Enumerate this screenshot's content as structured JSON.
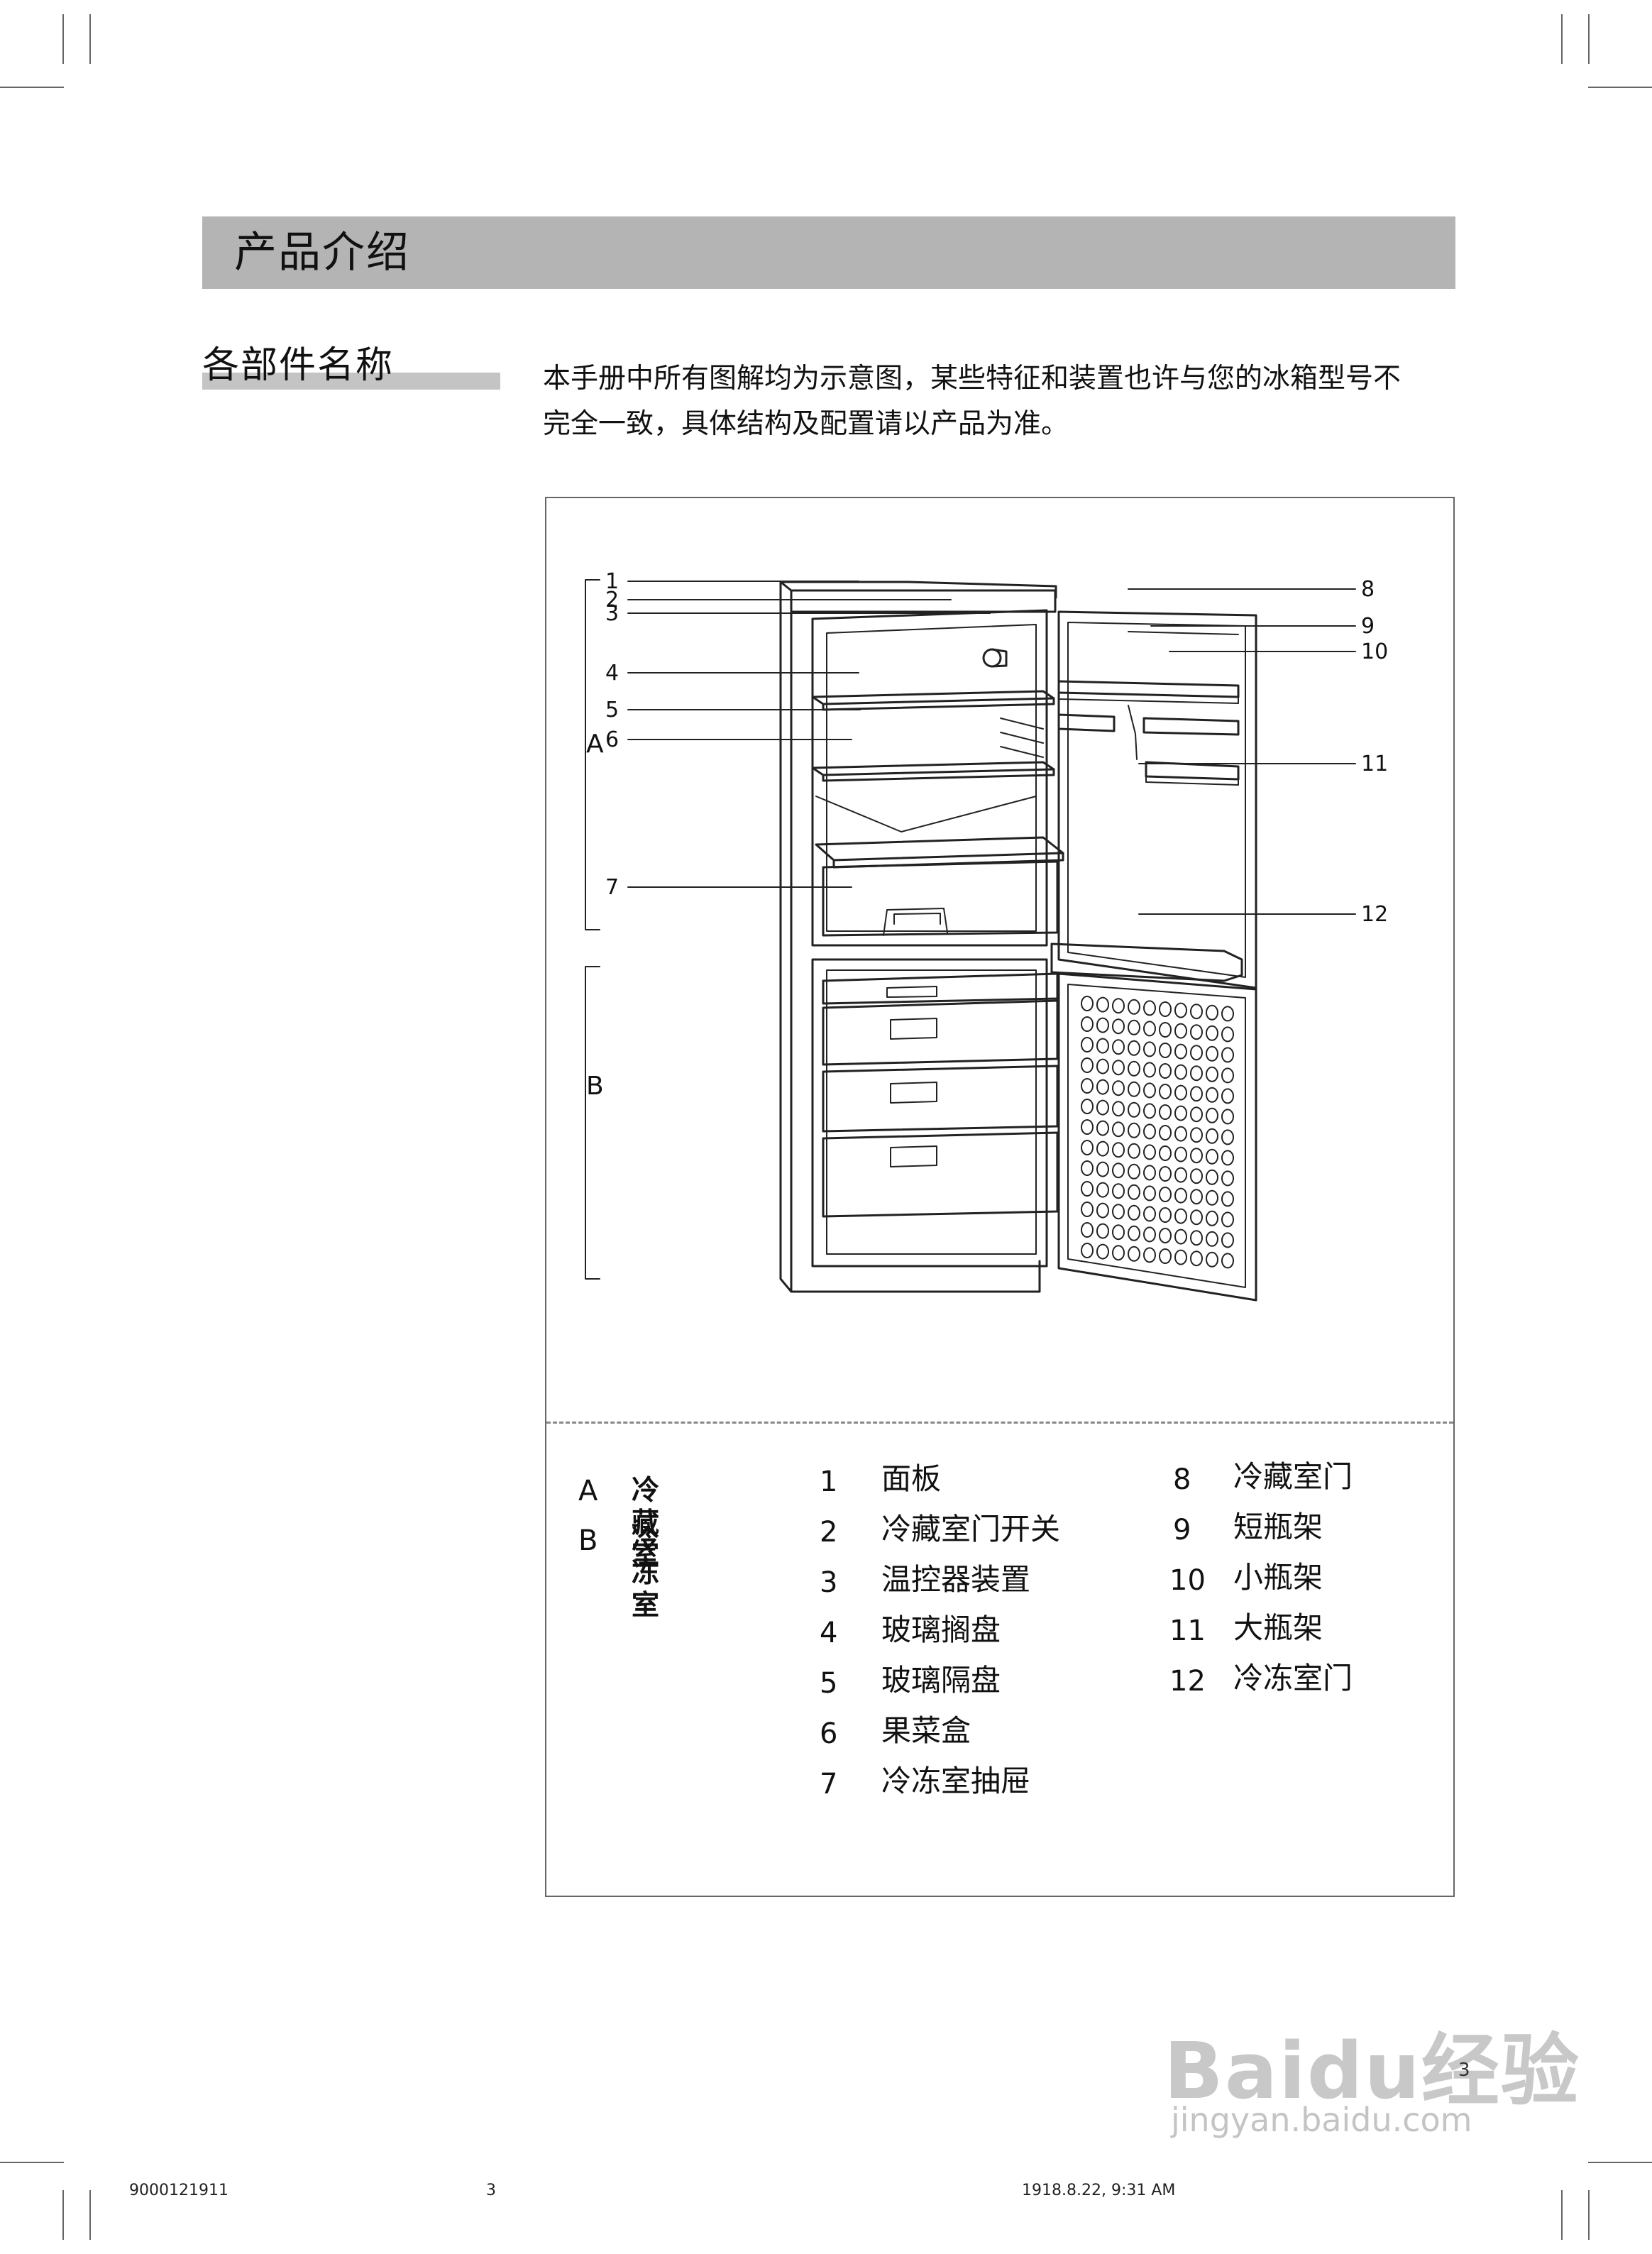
{
  "header": {
    "title": "产品介绍"
  },
  "section": {
    "title": "各部件名称"
  },
  "intro": {
    "line1": "本手册中所有图解均为示意图，某些特征和装置也许与您的冰箱型号不",
    "line2": "完全一致，具体结构及配置请以产品为准。"
  },
  "diagram": {
    "callouts_left": [
      "1",
      "2",
      "3",
      "4",
      "5",
      "6",
      "7"
    ],
    "callouts_right": [
      "8",
      "9",
      "10",
      "11",
      "12"
    ],
    "sections": [
      "A",
      "B"
    ]
  },
  "legend": {
    "sections": [
      {
        "letter": "A",
        "label": "冷藏室"
      },
      {
        "letter": "B",
        "label": "冷冻室"
      }
    ],
    "parts": [
      {
        "num": "1",
        "label": "面板"
      },
      {
        "num": "2",
        "label": "冷藏室门开关"
      },
      {
        "num": "3",
        "label": "温控器装置"
      },
      {
        "num": "4",
        "label": "玻璃搁盘"
      },
      {
        "num": "5",
        "label": "玻璃隔盘"
      },
      {
        "num": "6",
        "label": "果菜盒"
      },
      {
        "num": "7",
        "label": "冷冻室抽屉"
      },
      {
        "num": "8",
        "label": "冷藏室门"
      },
      {
        "num": "9",
        "label": "短瓶架"
      },
      {
        "num": "10",
        "label": "小瓶架"
      },
      {
        "num": "11",
        "label": "大瓶架"
      },
      {
        "num": "12",
        "label": "冷冻室门"
      }
    ]
  },
  "page_number": "3",
  "footer": {
    "code": "9000121911",
    "page": "3",
    "date": "1918.8.22, 9:31 AM"
  },
  "watermark": {
    "logo": "Baidu经验",
    "url": "jingyan.baidu.com"
  }
}
